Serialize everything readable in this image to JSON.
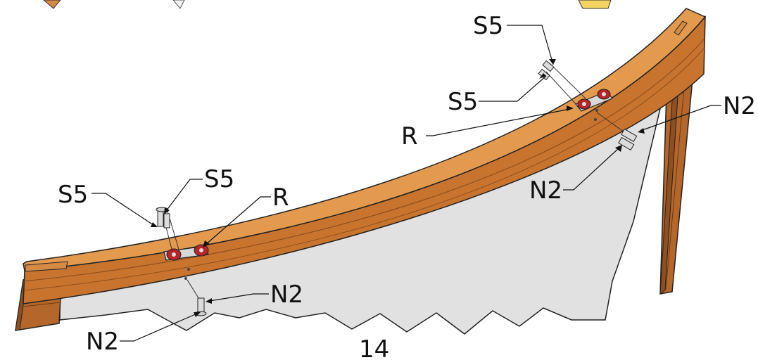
{
  "labels": {
    "s5_top_a": "S5",
    "s5_top_b": "S5",
    "r_top": "R",
    "n2_top_a": "N2",
    "n2_top_b": "N2",
    "s5_bottom_a": "S5",
    "s5_bottom_b": "S5",
    "r_bottom": "R",
    "n2_bottom_a": "N2",
    "n2_bottom_b": "N2"
  },
  "page_number": "14",
  "colors": {
    "beam_top": "#e49a4e",
    "beam_front": "#c8742e",
    "beam_dark": "#a85e24",
    "post": "#b5662a",
    "panel": "#e1e1e1",
    "wheel": "#b8242a",
    "metal": "#d8d8d8"
  }
}
